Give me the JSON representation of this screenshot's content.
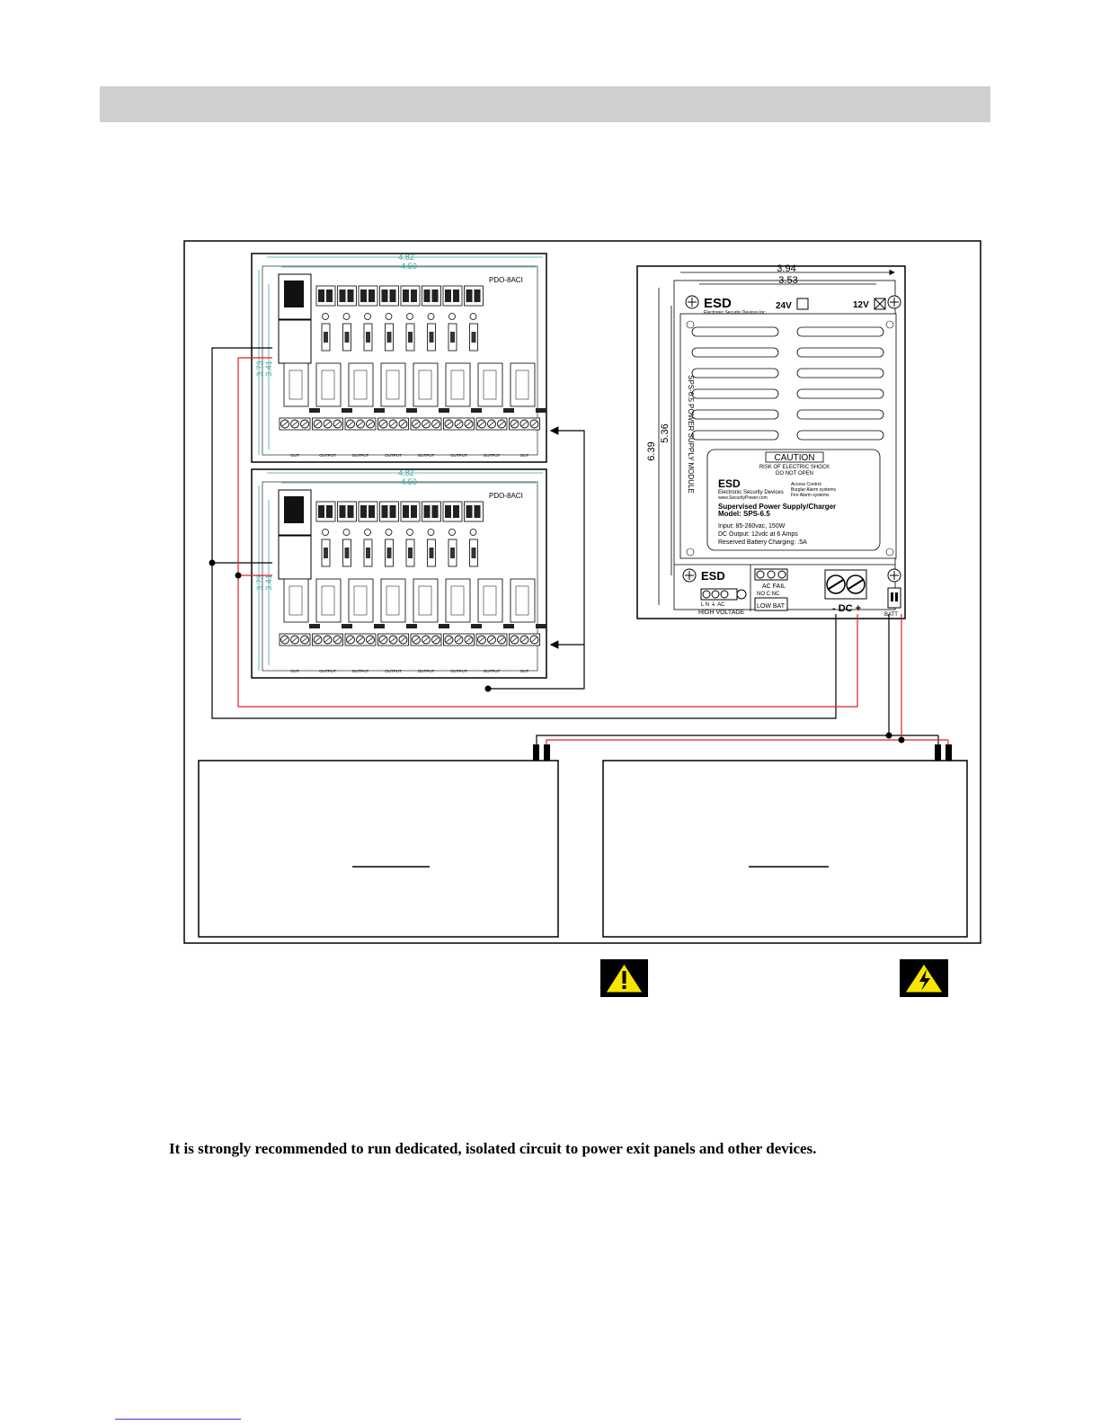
{
  "power_supply": {
    "dim_width_outer": "3.94",
    "dim_width_inner": "3.53",
    "dim_height_outer": "6.39",
    "dim_height_inner": "5.36",
    "logo": "ESD",
    "logo_subtitle": "Electronic Security Devices Inc.",
    "voltage_24": "24V",
    "voltage_12": "12V",
    "side_label": "SPS-6.5 POWER SUPPLY MODULE",
    "caution_title": "CAUTION",
    "caution_line1": "RISK OF ELECTRIC SHOCK",
    "caution_line2": "DO NOT OPEN",
    "label_company": "Electronic Security Devices",
    "label_web": "www.SecurityPower.com",
    "label_services": [
      "Access Control",
      "Burglar Alarm systems",
      "Fire Alarm systems"
    ],
    "label_product": "Supervised Power Supply/Charger",
    "label_model": "Model: SPS-6.5",
    "label_input": "Input: 85-260vac, 150W",
    "label_output": "DC Output: 12vdc at 6 Amps",
    "label_charging": "Reserved Battery Charging: .5A",
    "hv_label": "HIGH VOLTAGE",
    "hv_terminals": "L  N  ⏚  AC",
    "acfail_label": "AC FAIL",
    "acfail_terminals": "NO C NC",
    "lowbat_label": "LOW BAT",
    "dc_label": "- DC +",
    "batt_label": "BATT"
  },
  "boards": [
    {
      "dim_width_outer": "4.82",
      "dim_width_inner": "4.50",
      "dim_height_outer": "3.73",
      "dim_height_inner": "3.41",
      "model": "PDO-8ACI",
      "out_labels": [
        "OUT",
        "OUTPUT",
        "OUTPUT",
        "OUTPUT",
        "OUTPUT",
        "OUTPUT",
        "OUTPUT",
        "OUT"
      ]
    },
    {
      "dim_width_outer": "4.82",
      "dim_width_inner": "4.50",
      "dim_height_outer": "3.73",
      "dim_height_inner": "3.41",
      "model": "PDO-8ACI",
      "out_labels": [
        "OUT",
        "OUTPUT",
        "OUTPUT",
        "OUTPUT",
        "OUTPUT",
        "OUTPUT",
        "OUTPUT",
        "OUT"
      ]
    }
  ],
  "footer_note": "It is strongly recommended to run dedicated, isolated circuit to power exit panels and other devices.",
  "colors": {
    "header_bar": "#cfcfcf",
    "dimension_lines": "#3aa9a0",
    "positive_wire": "#e02020",
    "negative_wire": "#000000",
    "warning_background": "#000000",
    "warning_triangle": "#f7e500"
  },
  "icons": [
    "warning-icon",
    "high-voltage-icon",
    "screw-icon",
    "ground-icon"
  ]
}
